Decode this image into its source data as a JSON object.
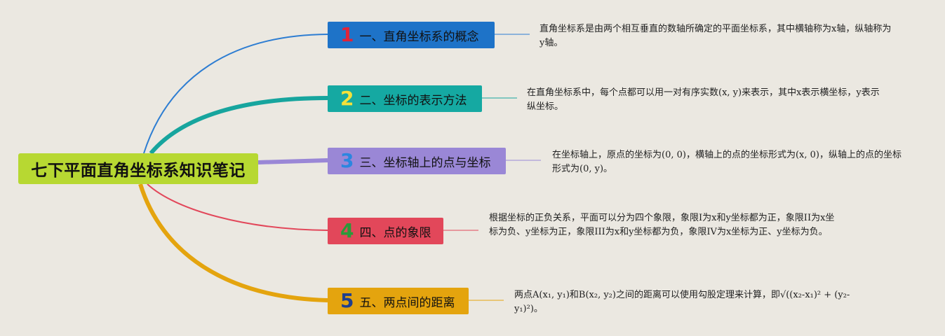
{
  "root": {
    "title": "七下平面直角坐标系知识笔记"
  },
  "colors": {
    "background": "#ebe8e1",
    "root": "#b7d832"
  },
  "branches": [
    {
      "num": "1",
      "label": "一、直角坐标系的概念",
      "bg": "#1e73c8",
      "num_color": "#e0233a",
      "line": "#2d7dd2",
      "note": "直角坐标系是由两个相互垂直的数轴所确定的平面坐标系，其中横轴称为x轴，纵轴称为y轴。"
    },
    {
      "num": "2",
      "label": "二、坐标的表示方法",
      "bg": "#15a9a2",
      "num_color": "#f4e13a",
      "line": "#17a59e",
      "note": "在直角坐标系中，每个点都可以用一对有序实数(x, y)来表示，其中x表示横坐标，y表示纵坐标。"
    },
    {
      "num": "3",
      "label": "三、坐标轴上的点与坐标",
      "bg": "#9a87d6",
      "num_color": "#2b86e0",
      "line": "#9a87d6",
      "note": "在坐标轴上，原点的坐标为(0, 0)，横轴上的点的坐标形式为(x, 0)，纵轴上的点的坐标形式为(0, y)。"
    },
    {
      "num": "4",
      "label": "四、点的象限",
      "bg": "#e2475a",
      "num_color": "#2a9a3a",
      "line": "#e2475a",
      "note": "根据坐标的正负关系，平面可以分为四个象限，象限I为x和y坐标都为正，象限II为x坐标为负、y坐标为正，象限III为x和y坐标都为负，象限IV为x坐标为正、y坐标为负。"
    },
    {
      "num": "5",
      "label": "五、两点间的距离",
      "bg": "#e4a40e",
      "num_color": "#1f3f8e",
      "line": "#e4a40e",
      "note": "两点A(x₁, y₁)和B(x₂, y₂)之间的距离可以使用勾股定理来计算，即√((x₂-x₁)² + (y₂-y₁)²)。"
    }
  ]
}
